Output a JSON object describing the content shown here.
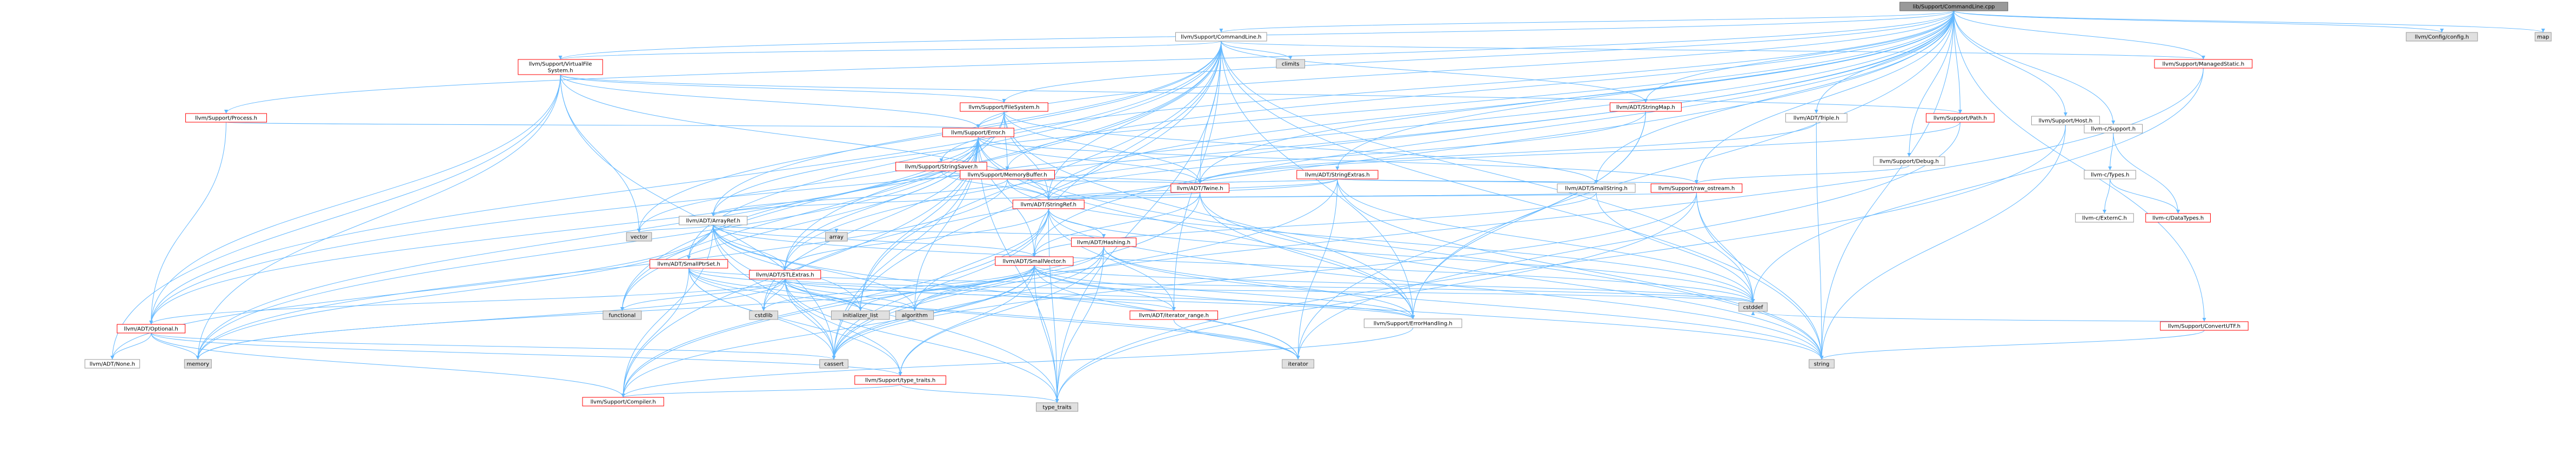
{
  "colors": {
    "root_fill": "#999999",
    "root_stroke": "#666666",
    "red_stroke": "#ff0000",
    "grey_stroke": "#999999",
    "ext_fill": "#e0e0e0",
    "node_fill": "#ffffff",
    "red_text": "#ff0000",
    "text": "#000000",
    "edge": "#63b8ff"
  },
  "nodes": [
    {
      "id": "root",
      "label": "lib/Support/CommandLine.cpp",
      "kind": "root"
    },
    {
      "id": "cl",
      "label": "llvm/Support/CommandLine.h",
      "kind": "plain"
    },
    {
      "id": "config",
      "label": "llvm/Config/config.h",
      "kind": "ext"
    },
    {
      "id": "map",
      "label": "map",
      "kind": "ext"
    },
    {
      "id": "vfs",
      "label": "llvm/Support/VirtualFile\nSystem.h",
      "kind": "red"
    },
    {
      "id": "climits",
      "label": "climits",
      "kind": "ext"
    },
    {
      "id": "managed",
      "label": "llvm/Support/ManagedStatic.h",
      "kind": "red"
    },
    {
      "id": "host",
      "label": "llvm/Support/Host.h",
      "kind": "plain"
    },
    {
      "id": "csupport",
      "label": "llvm-c/Support.h",
      "kind": "plain"
    },
    {
      "id": "process",
      "label": "llvm/Support/Process.h",
      "kind": "red"
    },
    {
      "id": "filesystem",
      "label": "llvm/Support/FileSystem.h",
      "kind": "red"
    },
    {
      "id": "stringmap",
      "label": "llvm/ADT/StringMap.h",
      "kind": "red"
    },
    {
      "id": "triple",
      "label": "llvm/ADT/Triple.h",
      "kind": "plain"
    },
    {
      "id": "path",
      "label": "llvm/Support/Path.h",
      "kind": "red"
    },
    {
      "id": "error",
      "label": "llvm/Support/Error.h",
      "kind": "red"
    },
    {
      "id": "debug",
      "label": "llvm/Support/Debug.h",
      "kind": "plain"
    },
    {
      "id": "stringsaver",
      "label": "llvm/Support/StringSaver.h",
      "kind": "red"
    },
    {
      "id": "membuf",
      "label": "llvm/Support/MemoryBuffer.h",
      "kind": "red"
    },
    {
      "id": "stringextras",
      "label": "llvm/ADT/StringExtras.h",
      "kind": "red"
    },
    {
      "id": "convertutf",
      "label": "llvm/Support/ConvertUTF.h",
      "kind": "red"
    },
    {
      "id": "ctypes",
      "label": "llvm-c/Types.h",
      "kind": "plain"
    },
    {
      "id": "twine",
      "label": "llvm/ADT/Twine.h",
      "kind": "red"
    },
    {
      "id": "smallstring",
      "label": "llvm/ADT/SmallString.h",
      "kind": "plain"
    },
    {
      "id": "rawostream",
      "label": "llvm/Support/raw_ostream.h",
      "kind": "red"
    },
    {
      "id": "cextern",
      "label": "llvm-c/ExternC.h",
      "kind": "plain"
    },
    {
      "id": "cdatatypes",
      "label": "llvm-c/DataTypes.h",
      "kind": "red"
    },
    {
      "id": "stringref",
      "label": "llvm/ADT/StringRef.h",
      "kind": "red"
    },
    {
      "id": "arrayref",
      "label": "llvm/ADT/ArrayRef.h",
      "kind": "plain"
    },
    {
      "id": "smallptrset",
      "label": "llvm/ADT/SmallPtrSet.h",
      "kind": "red"
    },
    {
      "id": "stlextras",
      "label": "llvm/ADT/STLExtras.h",
      "kind": "red"
    },
    {
      "id": "array",
      "label": "array",
      "kind": "ext"
    },
    {
      "id": "smallvector",
      "label": "llvm/ADT/SmallVector.h",
      "kind": "red"
    },
    {
      "id": "hashing",
      "label": "llvm/ADT/Hashing.h",
      "kind": "red"
    },
    {
      "id": "vector",
      "label": "vector",
      "kind": "ext"
    },
    {
      "id": "functional",
      "label": "functional",
      "kind": "ext"
    },
    {
      "id": "cstdlib",
      "label": "cstdlib",
      "kind": "ext"
    },
    {
      "id": "initlist",
      "label": "initializer_list",
      "kind": "ext"
    },
    {
      "id": "algorithm",
      "label": "algorithm",
      "kind": "ext"
    },
    {
      "id": "errhandling",
      "label": "llvm/Support/ErrorHandling.h",
      "kind": "plain"
    },
    {
      "id": "cstddef",
      "label": "cstddef",
      "kind": "ext"
    },
    {
      "id": "optional",
      "label": "llvm/ADT/Optional.h",
      "kind": "red"
    },
    {
      "id": "iterrange",
      "label": "llvm/ADT/iterator_range.h",
      "kind": "red"
    },
    {
      "id": "memory",
      "label": "memory",
      "kind": "ext"
    },
    {
      "id": "cassert",
      "label": "cassert",
      "kind": "ext"
    },
    {
      "id": "iterator",
      "label": "iterator",
      "kind": "ext"
    },
    {
      "id": "string",
      "label": "string",
      "kind": "ext"
    },
    {
      "id": "none",
      "label": "llvm/ADT/None.h",
      "kind": "plain"
    },
    {
      "id": "typetraits_llvm",
      "label": "llvm/Support/type_traits.h",
      "kind": "red"
    },
    {
      "id": "compiler",
      "label": "llvm/Support/Compiler.h",
      "kind": "red"
    },
    {
      "id": "typetraits",
      "label": "type_traits",
      "kind": "ext"
    }
  ],
  "edges": [
    [
      "root",
      "cl"
    ],
    [
      "root",
      "config"
    ],
    [
      "root",
      "map"
    ],
    [
      "root",
      "vfs"
    ],
    [
      "root",
      "managed"
    ],
    [
      "root",
      "host"
    ],
    [
      "root",
      "csupport"
    ],
    [
      "root",
      "process"
    ],
    [
      "root",
      "filesystem"
    ],
    [
      "root",
      "stringmap"
    ],
    [
      "root",
      "triple"
    ],
    [
      "root",
      "path"
    ],
    [
      "root",
      "error"
    ],
    [
      "root",
      "debug"
    ],
    [
      "root",
      "stringsaver"
    ],
    [
      "root",
      "membuf"
    ],
    [
      "root",
      "stringextras"
    ],
    [
      "root",
      "convertutf"
    ],
    [
      "root",
      "twine"
    ],
    [
      "root",
      "smallstring"
    ],
    [
      "root",
      "rawostream"
    ],
    [
      "root",
      "stringref"
    ],
    [
      "root",
      "arrayref"
    ],
    [
      "root",
      "smallptrset"
    ],
    [
      "root",
      "stlextras"
    ],
    [
      "root",
      "smallvector"
    ],
    [
      "root",
      "optional"
    ],
    [
      "root",
      "errhandling"
    ],
    [
      "root",
      "cstdlib"
    ],
    [
      "root",
      "string"
    ],
    [
      "cl",
      "climits"
    ],
    [
      "cl",
      "managed"
    ],
    [
      "cl",
      "vfs"
    ],
    [
      "cl",
      "stringmap"
    ],
    [
      "cl",
      "twine"
    ],
    [
      "cl",
      "stringref"
    ],
    [
      "cl",
      "arrayref"
    ],
    [
      "cl",
      "smallptrset"
    ],
    [
      "cl",
      "smallvector"
    ],
    [
      "cl",
      "stlextras"
    ],
    [
      "cl",
      "errhandling"
    ],
    [
      "cl",
      "optional"
    ],
    [
      "cl",
      "iterrange"
    ],
    [
      "cl",
      "functional"
    ],
    [
      "cl",
      "vector"
    ],
    [
      "cl",
      "string"
    ],
    [
      "cl",
      "cassert"
    ],
    [
      "cl",
      "cstddef"
    ],
    [
      "cl",
      "initlist"
    ],
    [
      "cl",
      "typetraits"
    ],
    [
      "vfs",
      "filesystem"
    ],
    [
      "vfs",
      "error"
    ],
    [
      "vfs",
      "path"
    ],
    [
      "vfs",
      "optional"
    ],
    [
      "vfs",
      "none"
    ],
    [
      "vfs",
      "stringref"
    ],
    [
      "vfs",
      "memory"
    ],
    [
      "vfs",
      "vector"
    ],
    [
      "vfs",
      "cassert"
    ],
    [
      "managed",
      "cstddef"
    ],
    [
      "managed",
      "compiler"
    ],
    [
      "host",
      "string"
    ],
    [
      "host",
      "typetraits"
    ],
    [
      "csupport",
      "ctypes"
    ],
    [
      "csupport",
      "cdatatypes"
    ],
    [
      "ctypes",
      "cextern"
    ],
    [
      "ctypes",
      "cdatatypes"
    ],
    [
      "process",
      "optional"
    ],
    [
      "process",
      "error"
    ],
    [
      "filesystem",
      "error"
    ],
    [
      "filesystem",
      "twine"
    ],
    [
      "filesystem",
      "smallstring"
    ],
    [
      "filesystem",
      "stringref"
    ],
    [
      "filesystem",
      "membuf"
    ],
    [
      "filesystem",
      "errhandling"
    ],
    [
      "filesystem",
      "memory"
    ],
    [
      "filesystem",
      "functional"
    ],
    [
      "stringmap",
      "stringref"
    ],
    [
      "stringmap",
      "errhandling"
    ],
    [
      "stringmap",
      "iterator"
    ],
    [
      "triple",
      "twine"
    ],
    [
      "triple",
      "string"
    ],
    [
      "path",
      "twine"
    ],
    [
      "path",
      "iterator"
    ],
    [
      "error",
      "stlextras"
    ],
    [
      "error",
      "smallvector"
    ],
    [
      "error",
      "twine"
    ],
    [
      "error",
      "rawostream"
    ],
    [
      "error",
      "errhandling"
    ],
    [
      "error",
      "optional"
    ],
    [
      "error",
      "algorithm"
    ],
    [
      "error",
      "cassert"
    ],
    [
      "error",
      "cstdlib"
    ],
    [
      "error",
      "functional"
    ],
    [
      "error",
      "memory"
    ],
    [
      "error",
      "string"
    ],
    [
      "error",
      "vector"
    ],
    [
      "error",
      "compiler"
    ],
    [
      "error",
      "typetraits"
    ],
    [
      "error",
      "initlist"
    ],
    [
      "error",
      "cstdint"
    ],
    [
      "debug",
      "rawostream"
    ],
    [
      "stringsaver",
      "stringref"
    ],
    [
      "stringsaver",
      "twine"
    ],
    [
      "membuf",
      "twine"
    ],
    [
      "membuf",
      "stringref"
    ],
    [
      "membuf",
      "arrayref"
    ],
    [
      "membuf",
      "cstddef"
    ],
    [
      "membuf",
      "memory"
    ],
    [
      "stringextras",
      "arrayref"
    ],
    [
      "stringextras",
      "smallstring"
    ],
    [
      "stringextras",
      "stringref"
    ],
    [
      "stringextras",
      "twine"
    ],
    [
      "stringextras",
      "rawostream"
    ],
    [
      "stringextras",
      "iterator"
    ],
    [
      "stringextras",
      "string"
    ],
    [
      "stringextras",
      "cassert"
    ],
    [
      "stringextras",
      "cstddef"
    ],
    [
      "stringextras",
      "utility"
    ],
    [
      "convertutf",
      "string"
    ],
    [
      "convertutf",
      "cstddef"
    ],
    [
      "twine",
      "smallvector"
    ],
    [
      "twine",
      "stringref"
    ],
    [
      "twine",
      "errhandling"
    ],
    [
      "twine",
      "cassert"
    ],
    [
      "twine",
      "string"
    ],
    [
      "smallstring",
      "smallvector"
    ],
    [
      "smallstring",
      "stringref"
    ],
    [
      "smallstring",
      "cstddef"
    ],
    [
      "rawostream",
      "stringref"
    ],
    [
      "rawostream",
      "cassert"
    ],
    [
      "rawostream",
      "cstddef"
    ],
    [
      "rawostream",
      "string"
    ],
    [
      "rawostream",
      "typetraits"
    ],
    [
      "stringref",
      "stlextras"
    ],
    [
      "stringref",
      "iterrange"
    ],
    [
      "stringref",
      "compiler"
    ],
    [
      "stringref",
      "algorithm"
    ],
    [
      "stringref",
      "cassert"
    ],
    [
      "stringref",
      "cstddef"
    ],
    [
      "stringref",
      "string"
    ],
    [
      "stringref",
      "typetraits"
    ],
    [
      "stringref",
      "hashing"
    ],
    [
      "arrayref",
      "hashing"
    ],
    [
      "arrayref",
      "none"
    ],
    [
      "arrayref",
      "smallvector"
    ],
    [
      "arrayref",
      "stlextras"
    ],
    [
      "arrayref",
      "compiler"
    ],
    [
      "arrayref",
      "algorithm"
    ],
    [
      "arrayref",
      "array"
    ],
    [
      "arrayref",
      "cassert"
    ],
    [
      "arrayref",
      "cstddef"
    ],
    [
      "arrayref",
      "initlist"
    ],
    [
      "arrayref",
      "iterator"
    ],
    [
      "arrayref",
      "memory"
    ],
    [
      "arrayref",
      "typetraits"
    ],
    [
      "arrayref",
      "vector"
    ],
    [
      "smallptrset",
      "errhandling"
    ],
    [
      "smallptrset",
      "typetraits_llvm"
    ],
    [
      "smallptrset",
      "compiler"
    ],
    [
      "smallptrset",
      "cassert"
    ],
    [
      "smallptrset",
      "cstddef"
    ],
    [
      "smallptrset",
      "cstdlib"
    ],
    [
      "smallptrset",
      "initlist"
    ],
    [
      "smallptrset",
      "iterator"
    ],
    [
      "smallptrset",
      "utility"
    ],
    [
      "stlextras",
      "optional"
    ],
    [
      "stlextras",
      "iterrange"
    ],
    [
      "stlextras",
      "errhandling"
    ],
    [
      "stlextras",
      "algorithm"
    ],
    [
      "stlextras",
      "cassert"
    ],
    [
      "stlextras",
      "cstddef"
    ],
    [
      "stlextras",
      "cstdlib"
    ],
    [
      "stlextras",
      "functional"
    ],
    [
      "stlextras",
      "initlist"
    ],
    [
      "stlextras",
      "iterator"
    ],
    [
      "stlextras",
      "memory"
    ],
    [
      "stlextras",
      "typetraits"
    ],
    [
      "stlextras",
      "typetraits_llvm"
    ],
    [
      "smallvector",
      "iterrange"
    ],
    [
      "smallvector",
      "compiler"
    ],
    [
      "smallvector",
      "errhandling"
    ],
    [
      "smallvector",
      "typetraits_llvm"
    ],
    [
      "smallvector",
      "algorithm"
    ],
    [
      "smallvector",
      "cassert"
    ],
    [
      "smallvector",
      "cstddef"
    ],
    [
      "smallvector",
      "cstdlib"
    ],
    [
      "smallvector",
      "initlist"
    ],
    [
      "smallvector",
      "iterator"
    ],
    [
      "smallvector",
      "memory"
    ],
    [
      "smallvector",
      "typetraits"
    ],
    [
      "smallvector",
      "string"
    ],
    [
      "hashing",
      "errhandling"
    ],
    [
      "hashing",
      "typetraits_llvm"
    ],
    [
      "hashing",
      "algorithm"
    ],
    [
      "hashing",
      "cassert"
    ],
    [
      "hashing",
      "string"
    ],
    [
      "hashing",
      "typetraits"
    ],
    [
      "optional",
      "none"
    ],
    [
      "optional",
      "compiler"
    ],
    [
      "optional",
      "typetraits_llvm"
    ],
    [
      "optional",
      "cassert"
    ],
    [
      "optional",
      "memory"
    ],
    [
      "errhandling",
      "compiler"
    ],
    [
      "iterrange",
      "iterator"
    ],
    [
      "typetraits_llvm",
      "typetraits"
    ],
    [
      "typetraits_llvm",
      "compiler"
    ]
  ]
}
